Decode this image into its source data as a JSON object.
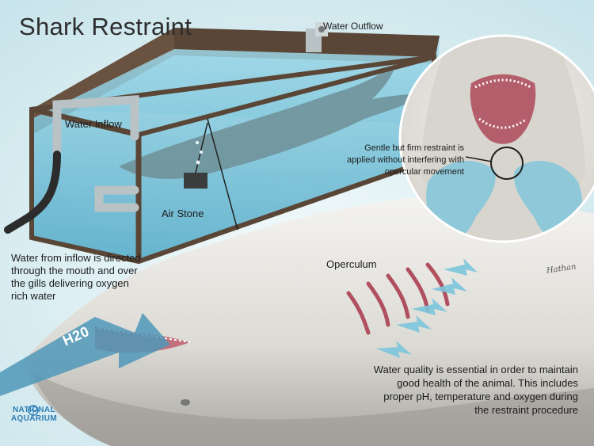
{
  "title": "Shark Restraint",
  "labels": {
    "water_outflow": "Water Outflow",
    "water_inflow": "Water Inflow",
    "air_stone": "Air Stone",
    "operculum": "Operculum",
    "h2o": "H20"
  },
  "notes": {
    "inflow": "Water from inflow is directed through the mouth and over the gills delivering oxygen rich water",
    "restraint": "Gentle but firm restraint is applied without interfering with opercular movement",
    "water_quality": "Water quality is essential in order to maintain good health of the animal. This includes proper pH, temperature and oxygen during the restraint procedure"
  },
  "logo": {
    "line1": "NATIONAL",
    "line2": "AQUARIUM"
  },
  "signature": "Hathan",
  "colors": {
    "background": "#d9eef2",
    "water": "#6fc3dc",
    "tank_wood": "#5a4636",
    "shark_body": "#e9e7e2",
    "gill": "#b0505f",
    "glove": "#8fc9d9",
    "logo": "#2f7fb6"
  }
}
